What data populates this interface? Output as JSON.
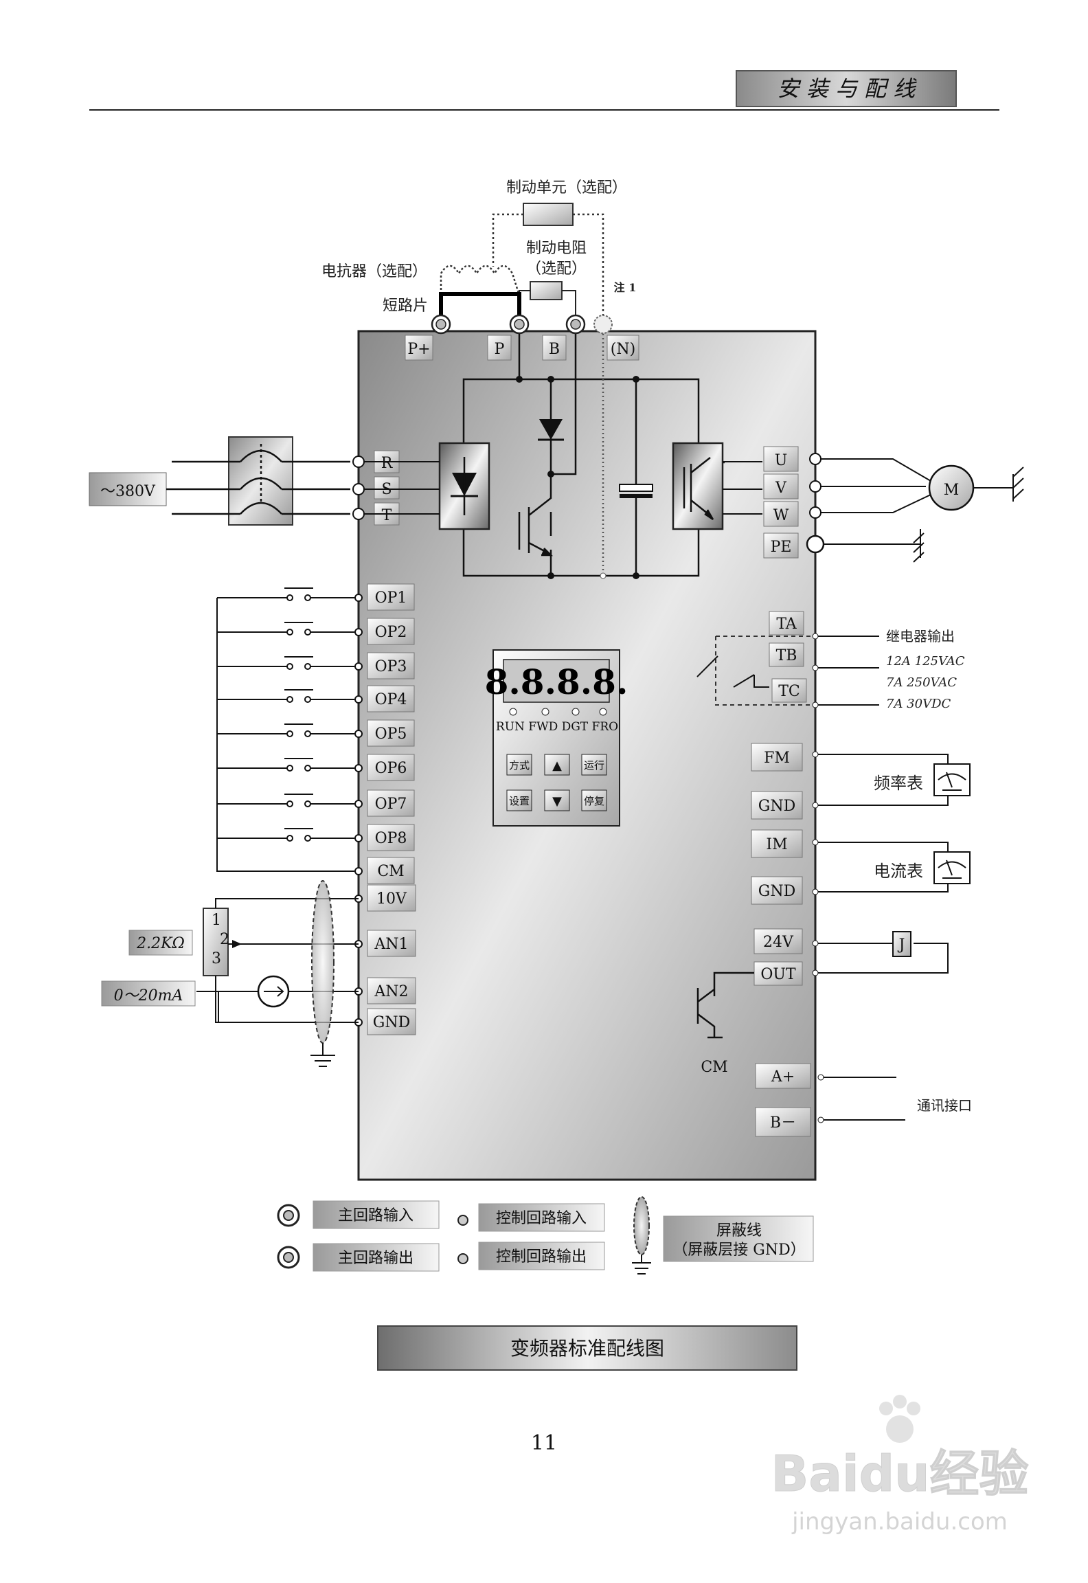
{
  "header": {
    "section_title": "安 装 与 配 线"
  },
  "diagram": {
    "braking_unit": "制动单元（选配）",
    "braking_resistor_line1": "制动电阻",
    "braking_resistor_line2": "（选配）",
    "reactor": "电抗器（选配）",
    "shorting_bar": "短路片",
    "note": "注 1",
    "dc_terminals": [
      "P+",
      "P",
      "B",
      "(N)"
    ],
    "supply_voltage": "～380V",
    "input_terminals": [
      "R",
      "S",
      "T"
    ],
    "output_terminals": [
      "U",
      "V",
      "W",
      "PE"
    ],
    "motor": "M",
    "digital_inputs": [
      "OP1",
      "OP2",
      "OP3",
      "OP4",
      "OP5",
      "OP6",
      "OP7",
      "OP8",
      "CM"
    ],
    "analog_terminals": [
      "10V",
      "AN1",
      "AN2",
      "GND"
    ],
    "pot_value": "2.2KΩ",
    "pot_pins": [
      "1",
      "2",
      "3"
    ],
    "current_source": "0～20mA",
    "keypad": {
      "display": "8.8.8.8.",
      "indicators": "RUN FWD DGT FRO",
      "buttons": [
        "方式",
        "▲",
        "运行",
        "设置",
        "▼",
        "停复"
      ]
    },
    "relay_terminals": [
      "TA",
      "TB",
      "TC"
    ],
    "relay_title": "继电器输出",
    "relay_ratings": [
      "12A  125VAC",
      "7A  250VAC",
      "7A  30VDC"
    ],
    "freq_out": "FM",
    "freq_meter": "频率表",
    "current_out": "IM",
    "current_meter": "电流表",
    "gnd": "GND",
    "v24": "24V",
    "out": "OUT",
    "relay_coil": "J",
    "cm_label": "CM",
    "comm_terminals": [
      "A+",
      "B－"
    ],
    "comm_label": "通讯接口"
  },
  "legend": {
    "main_input": "主回路输入",
    "main_output": "主回路输出",
    "ctrl_input": "控制回路输入",
    "ctrl_output": "控制回路输出",
    "shield_line1": "屏蔽线",
    "shield_line2": "（屏蔽层接 GND）"
  },
  "caption": "变频器标准配线图",
  "page_number": "11",
  "watermark": {
    "logo": "Baidu经验",
    "url": "jingyan.baidu.com"
  }
}
